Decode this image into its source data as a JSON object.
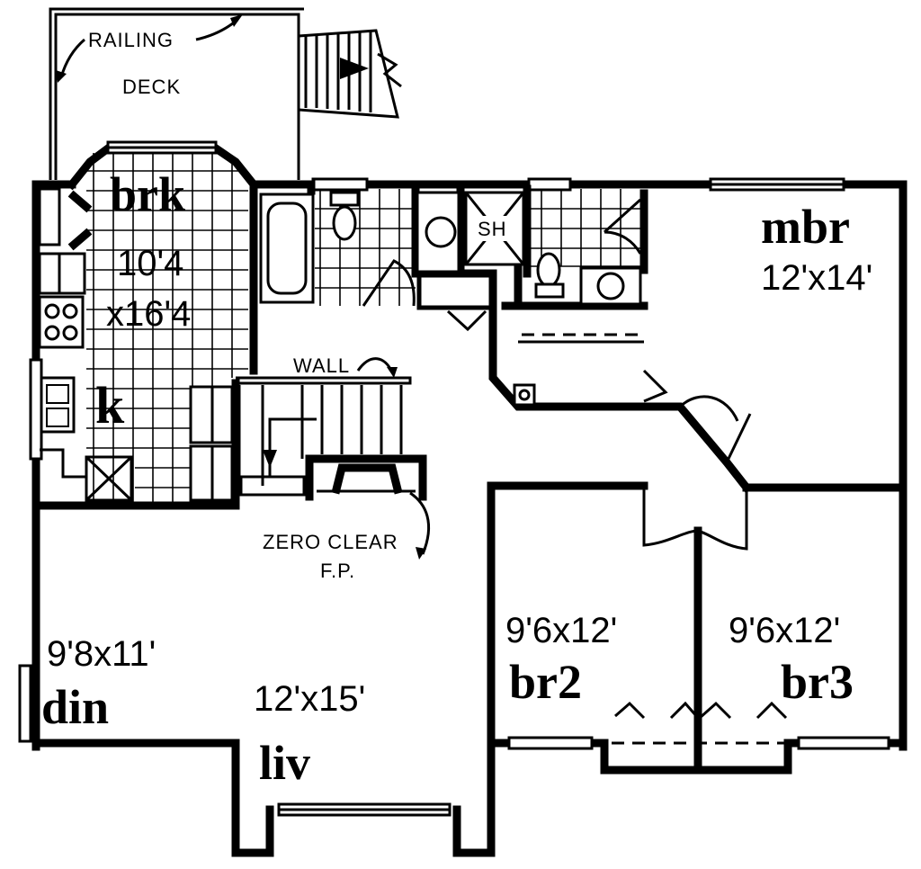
{
  "labels": {
    "railing": "RAILING",
    "deck": "DECK",
    "wall": "WALL",
    "zero_clear": "ZERO CLEAR",
    "fp": "F.P.",
    "shower": "SH"
  },
  "rooms": {
    "brk": {
      "name": "brk",
      "dim_line1": "10'4",
      "dim_line2": "x16'4"
    },
    "k": {
      "name": "k"
    },
    "mbr": {
      "name": "mbr",
      "dim": "12'x14'"
    },
    "br2": {
      "name": "br2",
      "dim": "9'6x12'"
    },
    "br3": {
      "name": "br3",
      "dim": "9'6x12'"
    },
    "din": {
      "name": "din",
      "dim": "9'8x11'"
    },
    "liv": {
      "name": "liv",
      "dim": "12'x15'"
    }
  }
}
